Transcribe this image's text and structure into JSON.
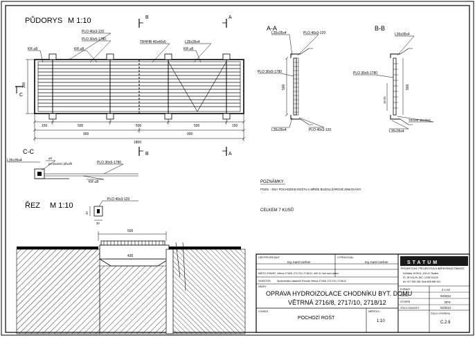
{
  "plan": {
    "title": "PŮDORYS",
    "scale": "M 1:10",
    "labels": {
      "plo_40_120": "PLO 40x3-120",
      "plo_30_1780": "PLO 30x5-1780",
      "kr8_left": "KR ⌀8",
      "kr8_mid": "KR ⌀8",
      "kr8_right": "KR ⌀8",
      "trhr": "TRHHR 40x40x5",
      "l35": "L35x35x4",
      "dim_300": "300",
      "cut_c": "C",
      "cut_b_top": "B",
      "cut_a_top": "A",
      "cut_b_bottom": "B",
      "cut_a_bottom": "A"
    },
    "dims_row1": [
      "150",
      "500",
      "500",
      "500",
      "150"
    ],
    "dims_row2": [
      "900",
      "900"
    ],
    "dims_total": "1800"
  },
  "section_aa": {
    "title": "A-A",
    "l35_top": "L35x35x4",
    "plo_top": "PLO 40x3-120",
    "plo_mid": "PLO 30x5-1780",
    "dim": "500",
    "l35_bottom": "L35x35x4",
    "plo_bottom": "PLO 40x3-120"
  },
  "section_bb": {
    "title": "B-B",
    "l35_top": "L35x35x4",
    "plo_mid": "PLO 30x5-1780",
    "dim": "500",
    "dim_small": "15-25",
    "trhr": "TRHHR 40x40x5",
    "l35_bottom": "L35x35x4"
  },
  "section_cc": {
    "title": "C-C",
    "l35": "L35x35x4",
    "note1": "⌀8",
    "note2": "po osazení přivařit",
    "plo": "PLO 30x5-1780",
    "kr": "KR ⌀8"
  },
  "rez": {
    "title": "ŘEZ",
    "scale": "M 1:10",
    "plo": "PLO 40x3-120",
    "dim_40": "40",
    "dim_30": "30",
    "dim_500": "500",
    "dim_430": "430"
  },
  "notes": {
    "heading": "POZNÁMKY:",
    "line": "POZN.  -  DÍLY POCHOZÍHO ROŠTU A MŘÍŽE BUDOU ŽÁROVĚ ZINKOVÁNY",
    "total": "CELKEM 7 KUSŮ"
  },
  "title_block": {
    "odpovedny_label": "ODP.PROJEKTANT",
    "odpovedny_value": "Ing. Karel Ciešner",
    "vypracoval_label": "VYPRACOVAL",
    "vypracoval_value": "Ing. Karel Ciešner",
    "misto_label": "MÍSTO STAVBY",
    "misto_value": "Větrná 2716/8, 2717/10, 2718/12, 400 11 Ústí nad Labem",
    "investor_label": "INVESTOR",
    "investor_value": "Společenství vlastníků Pohode Větrná 2716/8, 2717/10, 2718/12",
    "nazev_label": "NÁZEV",
    "nazev_line1": "OPRAVA HYDROIZOLACE CHODNÍKU BYT. DOMU",
    "nazev_line2": "VĚTRNÁ 2716/8, 2717/10, 2718/12",
    "vykres_label": "VÝKRES",
    "vykres_value": "POCHOZÍ ROŠT",
    "meritko_label": "MĚŘÍTKO",
    "meritko_value": "1:10",
    "format_label": "FORMÁT",
    "format_value": "2 x A4",
    "datum_label": "DATUM",
    "datum_value": "03/2012",
    "stupen_label": "STUPEŇ",
    "stupen_value": "DPS",
    "zakazka_label": "ČÍSLO ZAKÁZKY",
    "zakazka_value": "02/2012",
    "cislo_label": "ČÍSLO VÝKRESU",
    "cislo_value": "C.2.9",
    "company_name": "STATUM",
    "company_sub": "PROJEKTOVÁ, PROJEKTOVÁ A INŽENÝRSKÁ ČINNOST",
    "company_addr": "Koliňská 1976/11, 415 01 Teplice",
    "company_ic": "IČ: 28741129, DIČ: CZ28741129",
    "company_tel": "tel: 417 538 158, Mob:608 865 431"
  }
}
